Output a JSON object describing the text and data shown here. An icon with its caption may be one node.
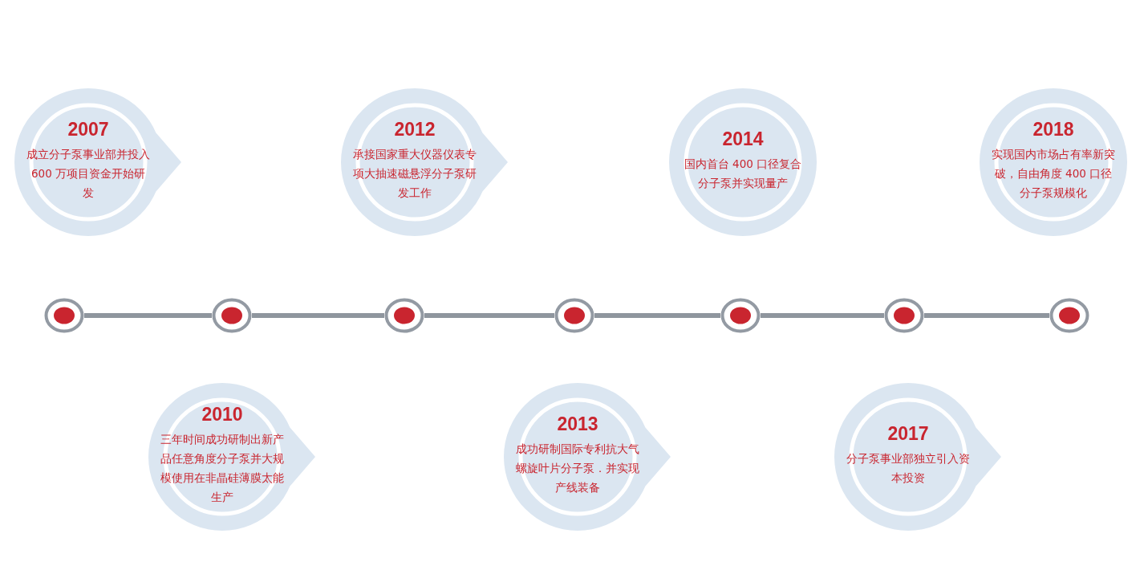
{
  "diagram": {
    "nodes": [
      {
        "text": [
          "2007",
          "成立分子泵事业部并投入 600 万项目资金开始研发"
        ]
      },
      {
        "text": [
          "2012",
          "承接国家重大仪器仪表专项大抽速磁悬浮分子泵研发工作"
        ]
      },
      {
        "text": [
          "2014",
          "国内首台 400 口径复合分子泵并实现量产"
        ]
      },
      {
        "text": [
          "2018",
          "实现国内市场占有率新突破，自由角度 400 口径分子泵规模化"
        ]
      },
      {
        "text": [],
        "shape": "circle"
      },
      {
        "text": [],
        "shape": "circle"
      },
      {
        "text": [],
        "shape": "circle"
      },
      {
        "text": [],
        "shape": "circle"
      },
      {
        "text": [],
        "shape": "circle"
      },
      {
        "text": [],
        "shape": "circle"
      },
      {
        "text": [],
        "shape": "circle"
      },
      {
        "text": [
          "2010",
          "三年时间成功研制出新产品任意角度分子泵并大规模使用在非晶硅薄膜太能生产"
        ]
      },
      {
        "text": [
          "2013",
          "成功研制国际专利抗大气螺旋叶片分子泵．并实现产线装备"
        ]
      },
      {
        "text": [
          "2017",
          "分子泵事业部独立引入资本投资"
        ]
      }
    ],
    "edges": [
      {
        "from": 4,
        "to": 5,
        "arrow": "none"
      },
      {
        "from": 5,
        "to": 6,
        "arrow": "none"
      },
      {
        "from": 6,
        "to": 7,
        "arrow": "none"
      },
      {
        "from": 7,
        "to": 8,
        "arrow": "none"
      },
      {
        "from": 8,
        "to": 9,
        "arrow": "none"
      },
      {
        "from": 9,
        "to": 10,
        "arrow": "none"
      }
    ]
  }
}
